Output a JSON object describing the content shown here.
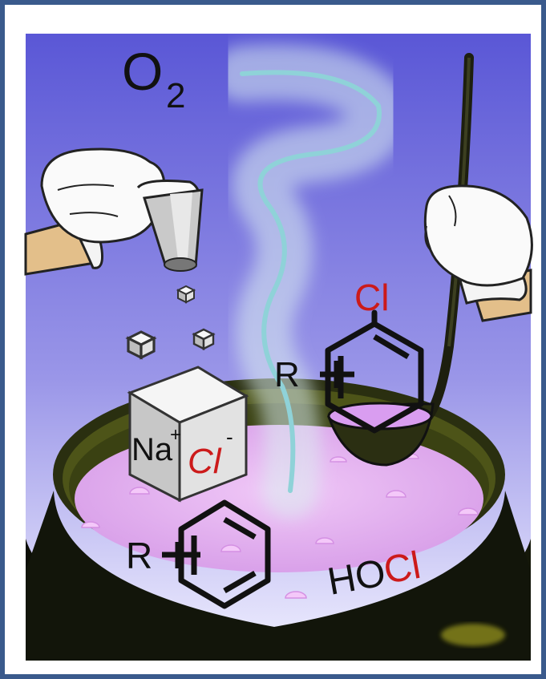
{
  "labels": {
    "oxygen_letter": "O",
    "oxygen_sub": "2",
    "cube_na": "Na",
    "cube_na_charge": "+",
    "cube_cl": "Cl",
    "cube_cl_charge": "-",
    "ladle_cl": "Cl",
    "ladle_r": "R",
    "pot_r": "R",
    "hocl_ho": "HO",
    "hocl_cl": "Cl"
  },
  "colors": {
    "frame_border": "#3a5a8c",
    "sky_top": "#5a57d6",
    "sky_bottom": "#f1f0ff",
    "liquid": "#e6b3f2",
    "bubble": "#f4c8f9",
    "pot": "#1b1f0d",
    "chlorine_red": "#cc1a1a",
    "steam": "#8fd2d8"
  }
}
